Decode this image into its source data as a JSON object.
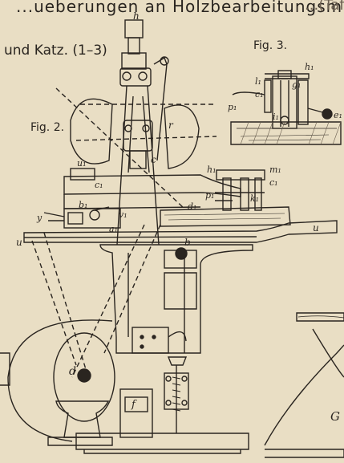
{
  "header": {
    "title_fragment": "...ueberungen an Holzbearbeitungsm...",
    "right_fragment": "...(Taf.",
    "subtitle": "und Katz. (1–3)"
  },
  "figures": {
    "fig2": "Fig. 2.",
    "fig3": "Fig. 3."
  },
  "labels": {
    "h": "h",
    "r": "r",
    "c": "c",
    "u1": "u₁",
    "c1": "c₁",
    "y": "y",
    "b1": "b₁",
    "v1": "v₁",
    "a1": "a₁",
    "u_left": "u",
    "u_right": "u",
    "b": "b",
    "d1": "d₁",
    "h1": "h₁",
    "m1": "m₁",
    "c1b": "c₁",
    "p1": "p₁",
    "k1": "k₁",
    "f3_h1": "h₁",
    "f3_l1": "l₁",
    "f3_c1": "c₁",
    "f3_g1": "g₁",
    "f3_p1": "p₁",
    "f3_e1": "e₁",
    "f3_i1": "i₁",
    "d": "d",
    "f": "f",
    "G": "G"
  },
  "colors": {
    "paper": "#e9dec4",
    "ink": "#2a2520",
    "light_ink": "#6b5f50"
  }
}
